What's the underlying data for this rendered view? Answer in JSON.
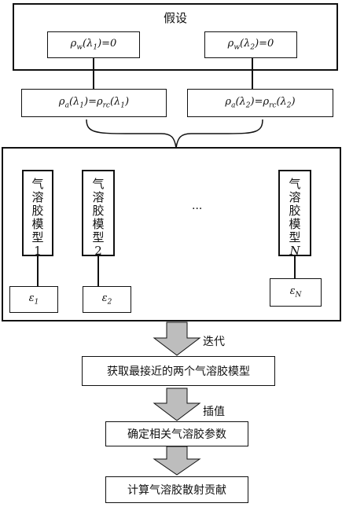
{
  "assumption": {
    "title": "假设",
    "formula_left": "ρw(λ1)=0",
    "formula_right": "ρw(λ2)=0"
  },
  "match": {
    "formula_left": "ρa(λ1)=ρrc(λ1)",
    "formula_right": "ρa(λ2)=ρrc(λ2)"
  },
  "models": {
    "m1": {
      "chars": [
        "气",
        "溶",
        "胶",
        "模",
        "型"
      ],
      "index": "1",
      "eps": "ε1"
    },
    "m2": {
      "chars": [
        "气",
        "溶",
        "胶",
        "模",
        "型"
      ],
      "index": "2",
      "eps": "ε2"
    },
    "mN": {
      "chars": [
        "气",
        "溶",
        "胶",
        "模",
        "型"
      ],
      "index": "N",
      "eps": "εN"
    },
    "ellipsis": "···"
  },
  "steps": {
    "iterate_label": "迭代",
    "step1": "获取最接近的两个气溶胶模型",
    "interp_label": "插值",
    "step2": "确定相关气溶胶参数",
    "step3": "计算气溶胶散射贡献"
  }
}
